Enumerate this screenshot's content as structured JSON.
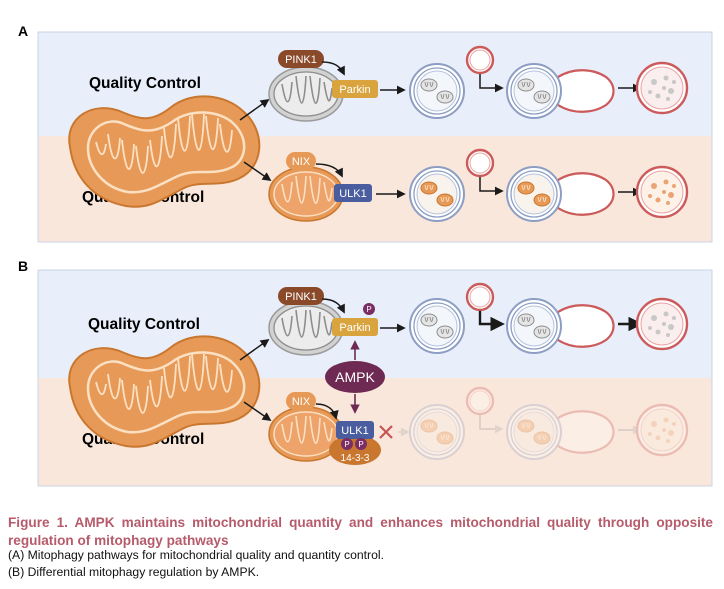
{
  "panels": [
    {
      "letter": "A",
      "quality_label": "Quality Control",
      "quantity_label": "Quantity Control",
      "labels": {
        "pink1": "PINK1",
        "parkin": "Parkin",
        "nix": "NIX",
        "ulk1": "ULK1"
      }
    },
    {
      "letter": "B",
      "quality_label": "Quality Control",
      "quantity_label": "Quantity Control",
      "labels": {
        "pink1": "PINK1",
        "parkin": "Parkin",
        "nix": "NIX",
        "ulk1": "ULK1",
        "ampk": "AMPK",
        "p": "P",
        "adapter": "14-3-3"
      }
    }
  ],
  "caption": {
    "title": "Figure 1. AMPK maintains mitochondrial quantity and enhances mitochondrial quality through opposite regulation of mitophagy pathways",
    "line_a": "(A) Mitophagy pathways for mitochondrial quality and quantity control.",
    "line_b": "(B) Differential mitophagy regulation by AMPK."
  },
  "colors": {
    "quality_band": "#e8eefa",
    "quantity_band": "#fae7db",
    "mito_orange": "#e79a57",
    "pink1": "#8a4a2a",
    "parkin": "#d9a43e",
    "nix": "#e79a57",
    "ulk1": "#4a5d9e",
    "ampk": "#6e2a52",
    "p_circle": "#7b2e64",
    "caption_title": "#b65b6b"
  }
}
